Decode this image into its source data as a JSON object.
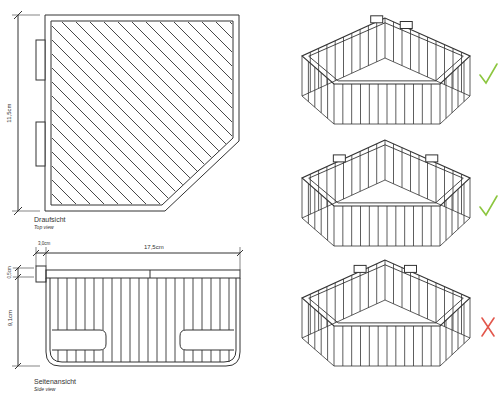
{
  "diagram": {
    "labels": [
      "11,5cm",
      "Draufsicht",
      "Top view",
      "3,0cm",
      "17,5cm",
      "0,5cm",
      "9,1cm",
      "Seitenansicht",
      "Side view"
    ]
  }
}
